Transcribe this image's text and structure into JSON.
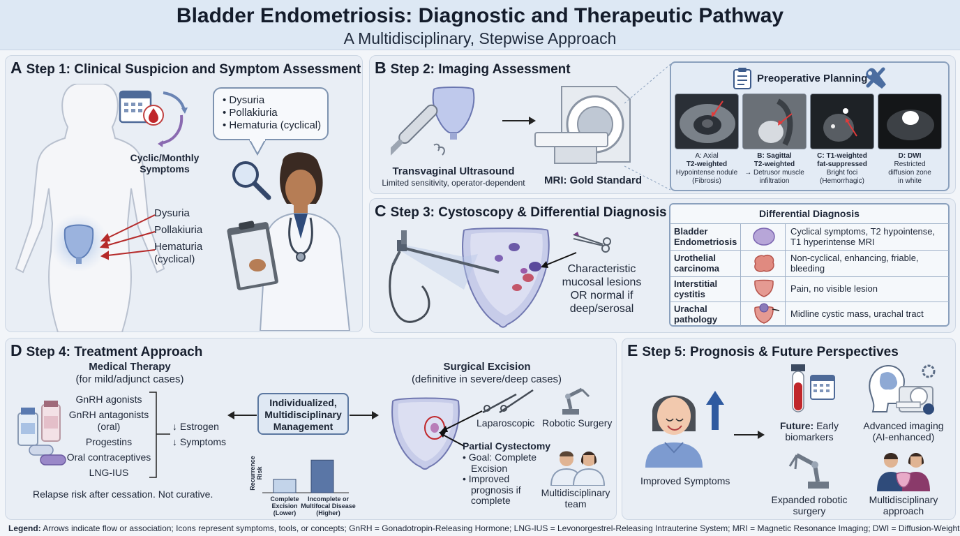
{
  "header": {
    "title": "Bladder Endometriosis: Diagnostic and Therapeutic Pathway",
    "subtitle": "A Multidisciplinary, Stepwise Approach"
  },
  "panel_a": {
    "letter": "A",
    "title": "Step 1: Clinical Suspicion and Symptom Assessment",
    "cyclic_label": "Cyclic/Monthly Symptoms",
    "bubble_items": [
      "Dysuria",
      "Pollakiuria",
      "Hematuria (cyclical)"
    ],
    "body_labels": [
      "Dysuria",
      "Pollakiuria",
      "Hematuria",
      "(cyclical)"
    ]
  },
  "panel_b": {
    "letter": "B",
    "title": "Step 2: Imaging Assessment",
    "us_title": "Transvaginal Ultrasound",
    "us_sub": "Limited sensitivity, operator-dependent",
    "mri_title": "MRI: Gold Standard",
    "planning_title": "Preoperative Planning",
    "images": [
      {
        "label1": "A: Axial",
        "label2": "T2-weighted",
        "desc1": "Hypointense nodule",
        "desc2": "(Fibrosis)"
      },
      {
        "label1": "B: Sagittal",
        "label2": "T2-weighted",
        "desc1": "→ Detrusor muscle",
        "desc2": "infiltration"
      },
      {
        "label1": "C: T1-weighted",
        "label2": "fat-suppressed",
        "desc1": "Bright foci",
        "desc2": "(Hemorrhagic)"
      },
      {
        "label1": "D: DWI",
        "label2": "",
        "desc1": "Restricted",
        "desc2": "diffusion zone",
        "desc3": "in white"
      }
    ]
  },
  "panel_c": {
    "letter": "C",
    "title": "Step 3: Cystoscopy & Differential Diagnosis",
    "lesion_text": [
      "Characteristic",
      "mucosal lesions",
      "OR normal if",
      "deep/serosal"
    ],
    "ddx_title": "Differential Diagnosis",
    "ddx_rows": [
      {
        "name1": "Bladder",
        "name2": "Endometriosis",
        "desc1": "Cyclical symptoms, T2 hypointense,",
        "desc2": "T1 hyperintense MRI"
      },
      {
        "name1": "Urothelial",
        "name2": "carcinoma",
        "desc1": "Non-cyclical, enhancing, friable,",
        "desc2": "bleeding"
      },
      {
        "name1": "Interstitial",
        "name2": "cystitis",
        "desc1": "Pain, no visible lesion",
        "desc2": ""
      },
      {
        "name1": "Urachal",
        "name2": "pathology",
        "desc1": "Midline cystic mass, urachal tract",
        "desc2": ""
      }
    ]
  },
  "panel_d": {
    "letter": "D",
    "title": "Step 4: Treatment Approach",
    "medical_title": "Medical Therapy",
    "medical_sub": "(for mild/adjunct cases)",
    "drugs": [
      "GnRH agonists",
      "GnRH antagonists",
      "(oral)",
      "Progestins",
      "Oral contraceptives",
      "LNG-IUS"
    ],
    "effects": [
      "↓ Estrogen",
      "↓ Symptoms"
    ],
    "relapse": "Relapse risk after cessation. Not curative.",
    "mgmt": [
      "Individualized,",
      "Multidisciplinary",
      "Management"
    ],
    "surgical_title": "Surgical Excision",
    "surgical_sub": "(definitive in severe/deep cases)",
    "laparoscopic": "Laparoscopic",
    "robotic": "Robotic Surgery",
    "cystectomy_title": "Partial Cystectomy",
    "cystectomy_points": [
      "Goal: Complete",
      "Excision",
      "Improved",
      "prognosis if",
      "complete"
    ],
    "team": [
      "Multidisciplinary",
      "team"
    ],
    "chart": {
      "ylabel": [
        "Recurrence",
        "Risk"
      ],
      "bars": [
        {
          "label1": "Complete",
          "label2": "Excision",
          "label3": "(Lower)",
          "value": 0.35,
          "color": "#c3d4ea"
        },
        {
          "label1": "Incomplete or",
          "label2": "Multifocal Disease",
          "label3": "(Higher)",
          "value": 0.85,
          "color": "#5a76a6"
        }
      ]
    }
  },
  "panel_e": {
    "letter": "E",
    "title": "Step 5: Prognosis & Future Perspectives",
    "improved": "Improved Symptoms",
    "future_bold": "Future:",
    "future_rest": " Early",
    "future_line2": "biomarkers",
    "adv_imaging": [
      "Advanced imaging",
      "(AI-enhanced)"
    ],
    "robotic": [
      "Expanded robotic",
      "surgery"
    ],
    "multi": [
      "Multidisciplinary",
      "approach"
    ]
  },
  "legend": {
    "label": "Legend:",
    "text": " Arrows indicate flow or association; Icons represent symptoms, tools, or concepts; GnRH = Gonadotropin-Releasing Hormone; LNG-IUS = Levonorgestrel-Releasing Intrauterine System; MRI = Magnetic Resonance Imaging; DWI = Diffusion-Weighted Imaging"
  }
}
